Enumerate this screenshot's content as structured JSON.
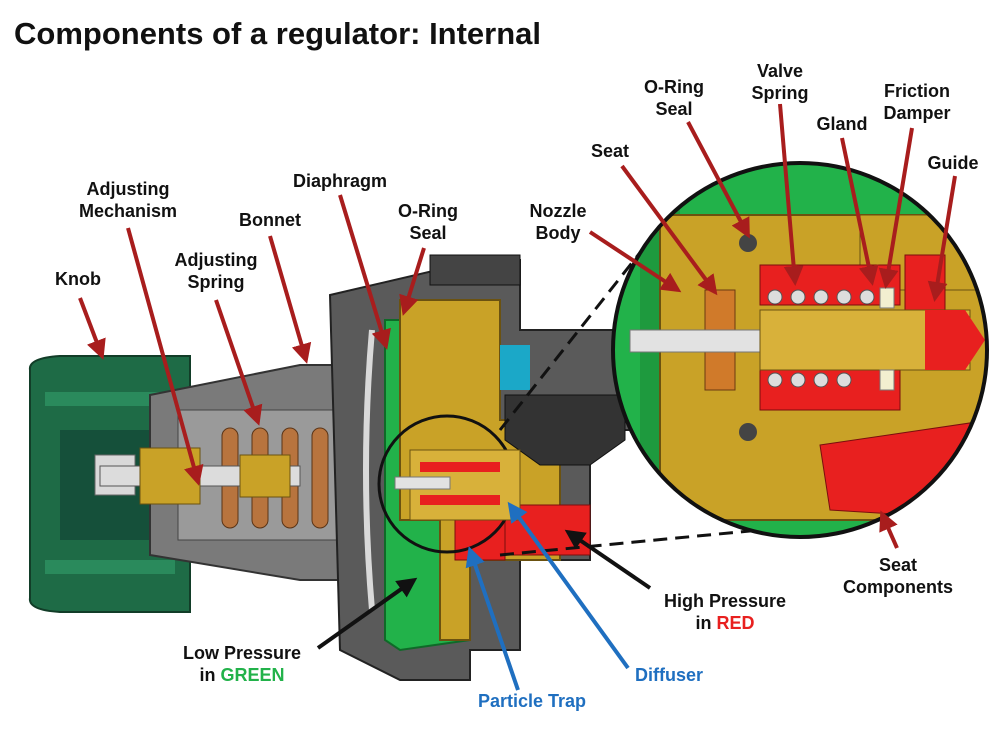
{
  "title": "Components of a regulator: Internal",
  "labels": {
    "knob": [
      "Knob"
    ],
    "adjusting_mechanism": [
      "Adjusting",
      "Mechanism"
    ],
    "adjusting_spring": [
      "Adjusting",
      "Spring"
    ],
    "bonnet": [
      "Bonnet"
    ],
    "diaphragm": [
      "Diaphragm"
    ],
    "oring_seal_main": [
      "O-Ring",
      "Seal"
    ],
    "nozzle_body": [
      "Nozzle",
      "Body"
    ],
    "seat": [
      "Seat"
    ],
    "oring_seal_zoom": [
      "O-Ring",
      "Seal"
    ],
    "valve_spring": [
      "Valve",
      "Spring"
    ],
    "gland": [
      "Gland"
    ],
    "friction_damper": [
      "Friction",
      "Damper"
    ],
    "guide": [
      "Guide"
    ],
    "seat_components": [
      "Seat",
      "Components"
    ],
    "particle_trap": [
      "Particle Trap"
    ],
    "diffuser": [
      "Diffuser"
    ]
  },
  "legend": {
    "high_pressure": {
      "text": "High Pressure",
      "prefix": "in",
      "color_word": "RED",
      "color": "#e8201f"
    },
    "low_pressure": {
      "text": "Low Pressure",
      "prefix": "in",
      "color_word": "GREEN",
      "color": "#22b24a"
    }
  },
  "colors": {
    "high_pressure": "#e8201f",
    "low_pressure": "#22b24a",
    "body_brass": "#c9a227",
    "knob_green": "#1e6b46",
    "bonnet_gray": "#6f6f6f",
    "arrow_red": "#a81d1d",
    "arrow_blue": "#1f6fc0"
  }
}
